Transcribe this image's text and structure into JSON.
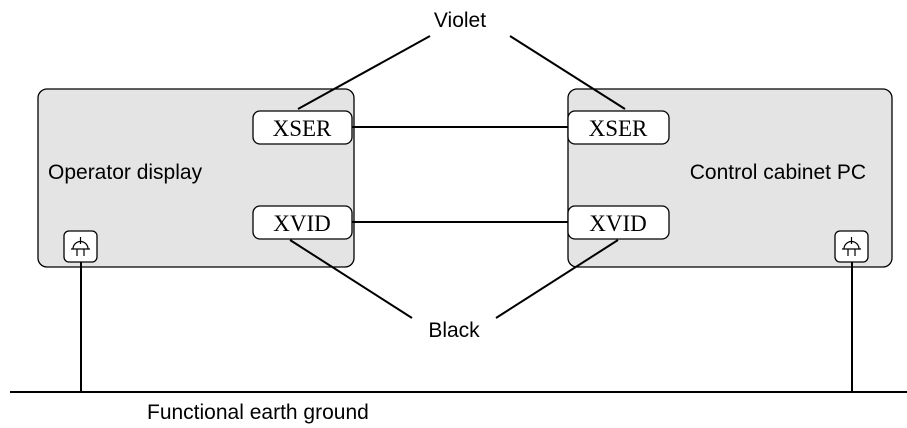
{
  "labels": {
    "violet": "Violet",
    "black": "Black",
    "ground": "Functional earth ground"
  },
  "devices": {
    "left": {
      "name": "Operator display",
      "port_top": "XSER",
      "port_bottom": "XVID",
      "icon": "earth-ground-icon"
    },
    "right": {
      "name": "Control cabinet PC",
      "port_top": "XSER",
      "port_bottom": "XVID",
      "icon": "earth-ground-icon"
    }
  },
  "colors": {
    "box_fill": "#e4e4e4",
    "line": "#000000"
  }
}
